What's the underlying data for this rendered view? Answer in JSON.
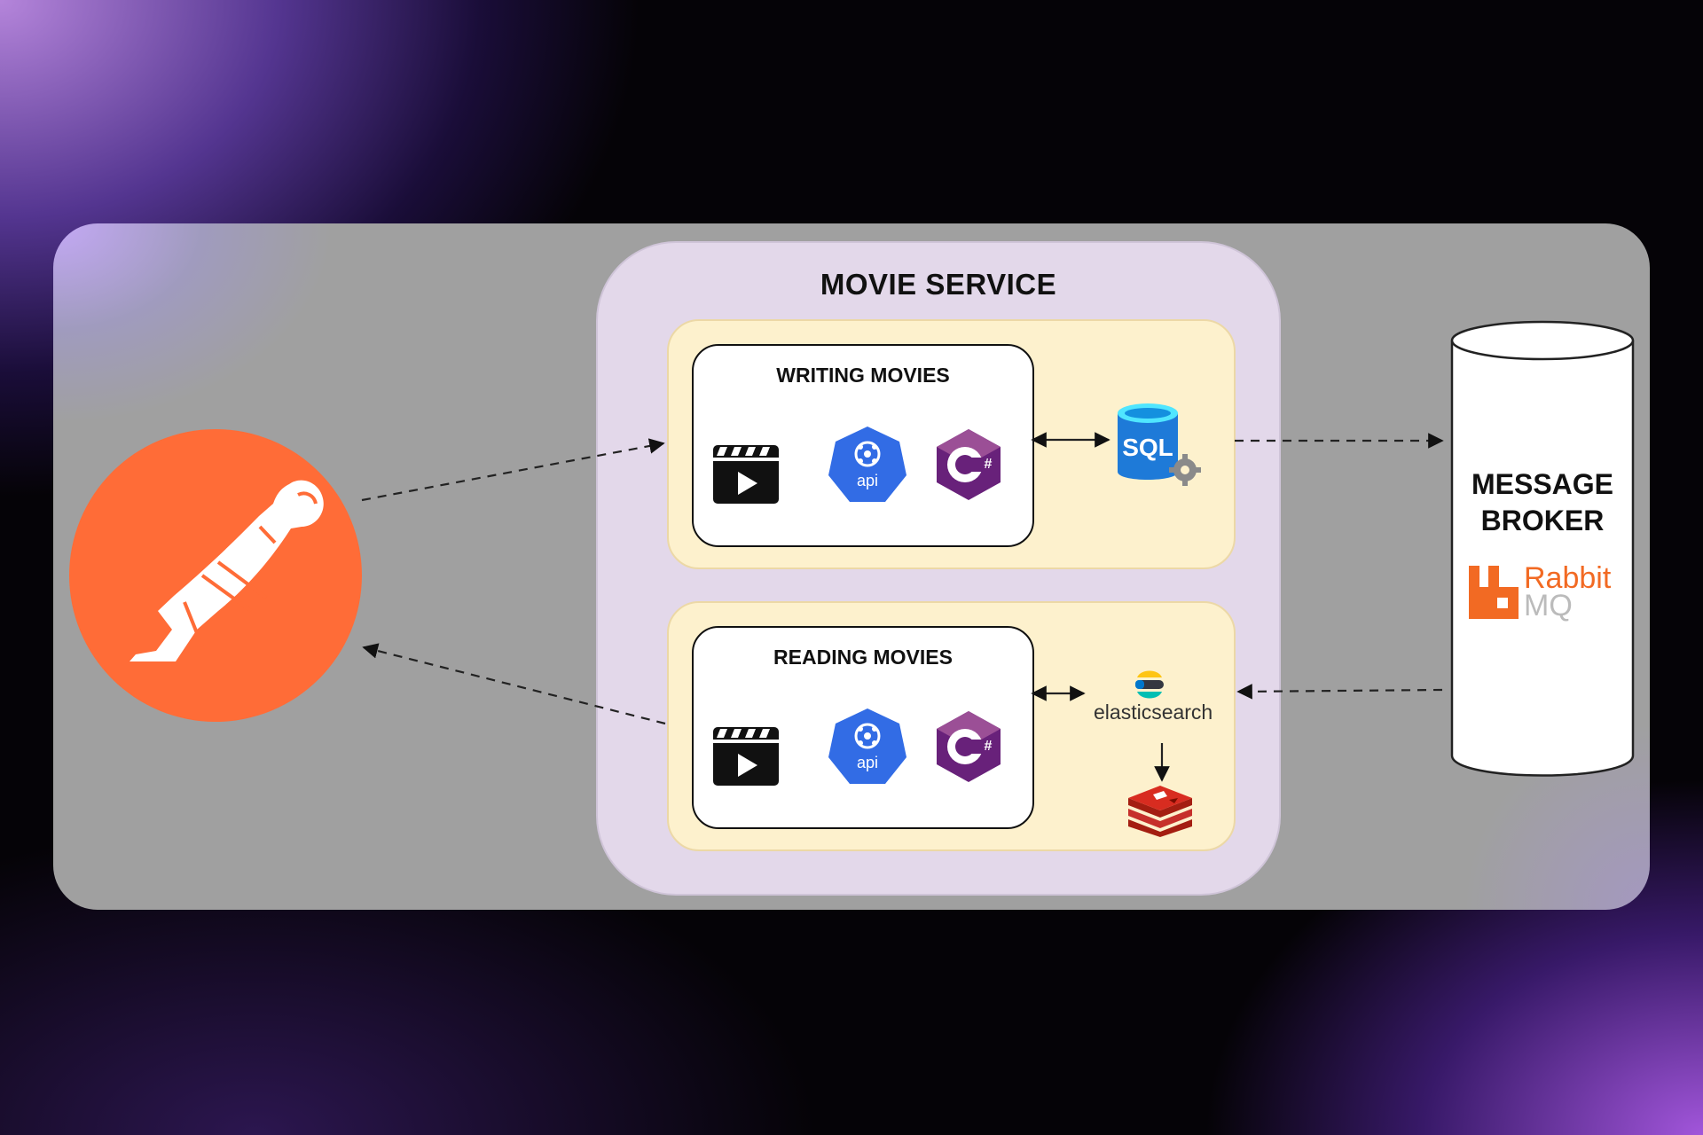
{
  "service": {
    "title": "MOVIE SERVICE"
  },
  "writing": {
    "title": "WRITING MOVIES",
    "db_label": "SQL"
  },
  "reading": {
    "title": "READING MOVIES",
    "search_label": "elasticsearch"
  },
  "broker": {
    "title_line1": "MESSAGE",
    "title_line2": "BROKER",
    "logo_line1": "Rabbit",
    "logo_line2": "MQ"
  },
  "icons": [
    "postman-icon",
    "clapperboard-icon",
    "kubernetes-api-icon",
    "csharp-icon",
    "sql-database-icon",
    "elasticsearch-icon",
    "redis-icon",
    "rabbitmq-icon"
  ],
  "colors": {
    "postman": "#ff6c37",
    "service_bg": "#e3d8ea",
    "lane_bg": "#fdf1cd",
    "api_blue": "#326ce5",
    "csharp_purple": "#68217a",
    "sql_blue": "#1e7ad8",
    "redis_red": "#c6302b",
    "rabbitmq_orange": "#f26a23"
  }
}
